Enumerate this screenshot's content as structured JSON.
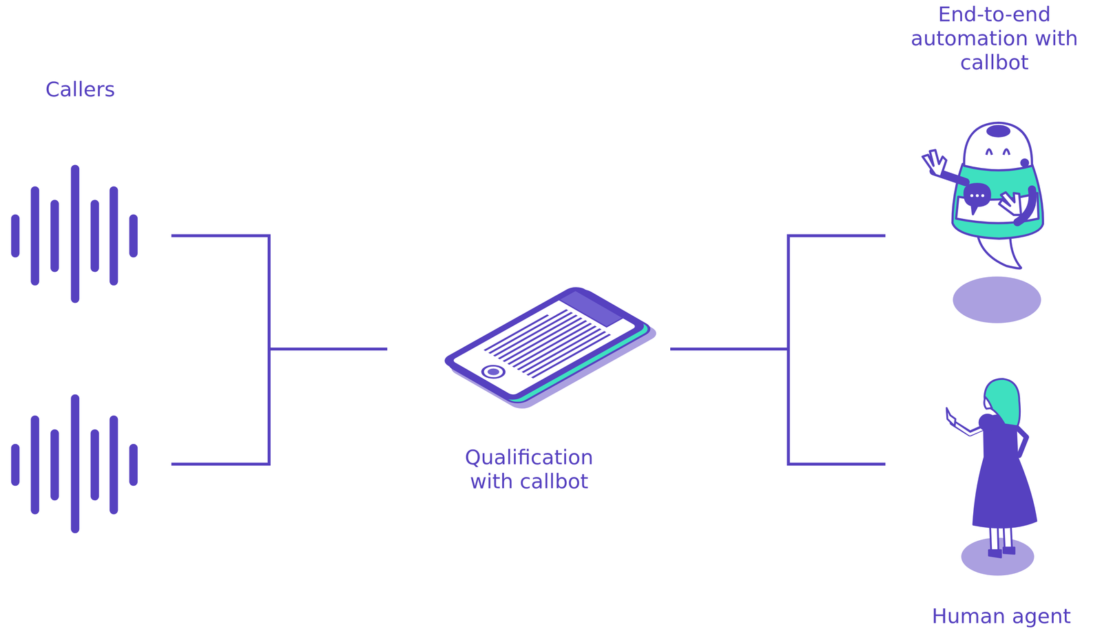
{
  "diagram": {
    "nodes": [
      {
        "text": [
          "Callers"
        ]
      },
      {
        "text": [
          "Qualification with callbot"
        ]
      },
      {
        "text": [
          "End-to-end automation with callbot"
        ]
      },
      {
        "text": [
          "Human agent"
        ]
      }
    ],
    "edges": [
      {
        "from": 0,
        "to": 1,
        "arrow": "none"
      },
      {
        "from": 1,
        "to": 2,
        "arrow": "none"
      },
      {
        "from": 1,
        "to": 3,
        "arrow": "none"
      }
    ]
  }
}
